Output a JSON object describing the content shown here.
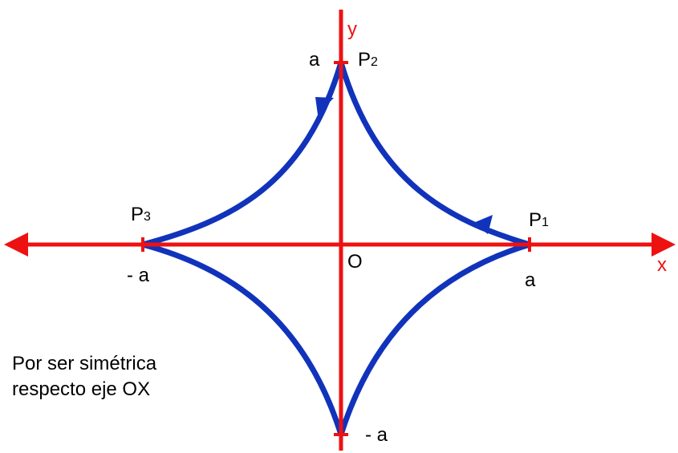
{
  "axes": {
    "x_label": "x",
    "y_label": "y",
    "origin_label": "O"
  },
  "ticks": {
    "x_pos": "a",
    "x_neg": "- a",
    "y_pos": "a",
    "y_neg": "- a"
  },
  "points": {
    "p1": {
      "letter": "P",
      "sub": "1"
    },
    "p2": {
      "letter": "P",
      "sub": "2"
    },
    "p3": {
      "letter": "P",
      "sub": "3"
    }
  },
  "note": {
    "line1": "Por ser simétrica",
    "line2": "respecto eje OX"
  },
  "colors": {
    "axis": "#ee1111",
    "curve": "#1133bb",
    "text": "#000000"
  }
}
